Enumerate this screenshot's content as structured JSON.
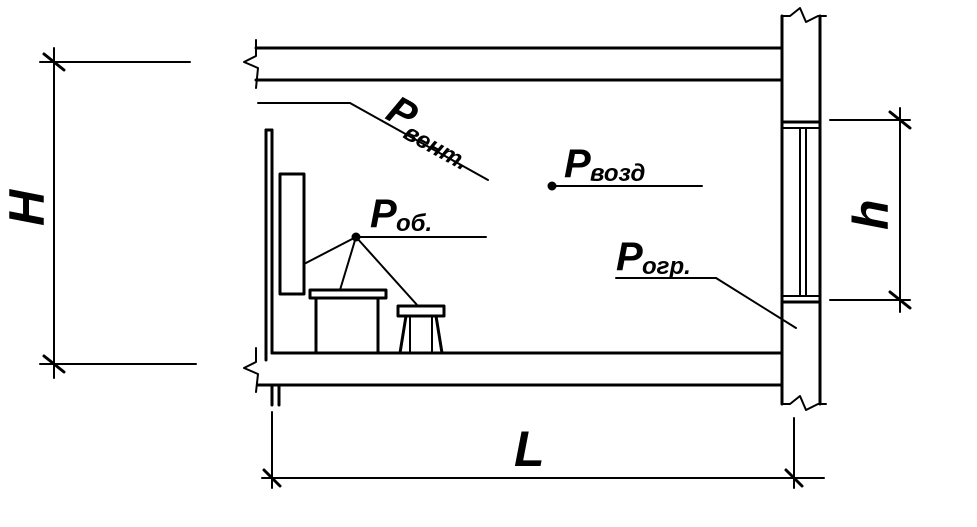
{
  "labels": {
    "vent": {
      "main": "P",
      "sub": "вент."
    },
    "air": {
      "main": "P",
      "sub": "возд"
    },
    "equipment": {
      "main": "P",
      "sub": "об."
    },
    "enclosure": {
      "main": "P",
      "sub": "огр."
    }
  },
  "dimensions": {
    "room_height": "H",
    "window_height": "h",
    "room_length": "L"
  },
  "colors": {
    "line": "#000000",
    "background": "#ffffff"
  }
}
